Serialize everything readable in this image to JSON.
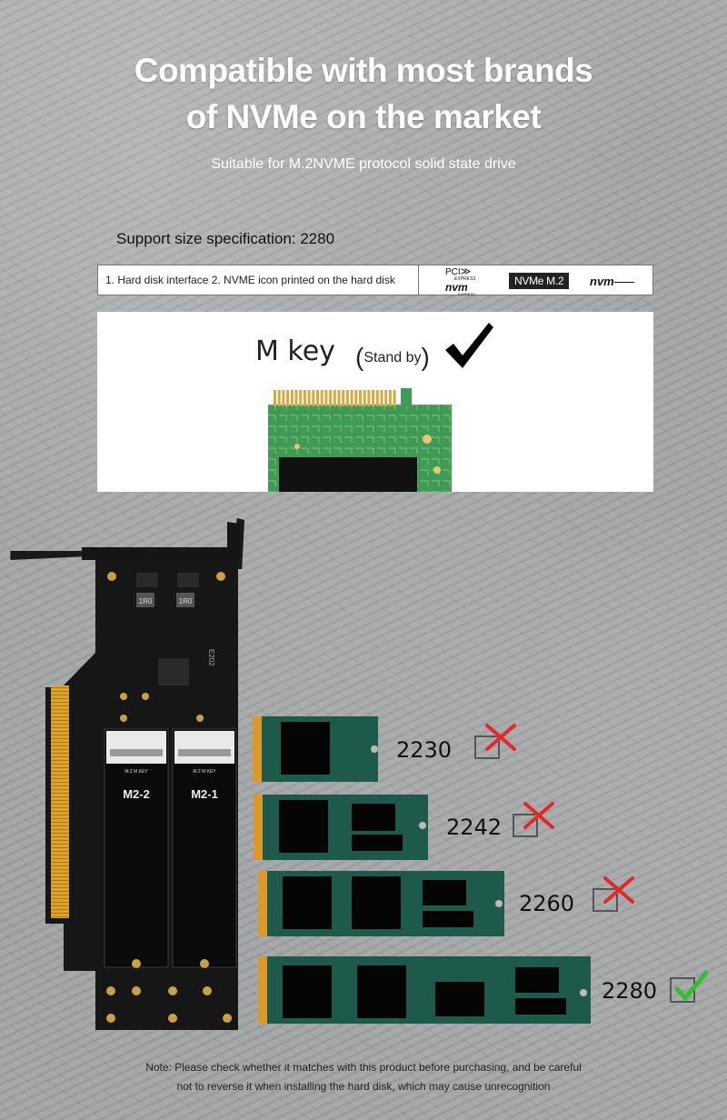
{
  "headline": {
    "line1": "Compatible with most brands",
    "line2": "of NVMe on the market"
  },
  "subtitle": "Suitable for M.2NVME protocol solid state drive",
  "support_spec": "Support size specification: 2280",
  "interface_bar": {
    "text": "1. Hard disk interface 2. NVME icon printed on the hard disk",
    "logo_pci_top": "PCI",
    "logo_pci_sub": "EXPRESS",
    "logo_nvm": "nvm",
    "logo_express": "EXPRESS",
    "badge": "NVMe M.2",
    "logo_nvm2": "nvm"
  },
  "mkey": {
    "label": "M key",
    "standby_open": "(",
    "standby": "Stand by",
    "standby_close": ")"
  },
  "card": {
    "slot_labels": [
      "M2-2",
      "M2-1"
    ],
    "connector_label": "M.2 M KEY",
    "chip_labels": [
      "1R0",
      "1R0"
    ],
    "board_code": "E202"
  },
  "sizes": [
    {
      "label": "2230",
      "supported": false
    },
    {
      "label": "2242",
      "supported": false
    },
    {
      "label": "2260",
      "supported": false
    },
    {
      "label": "2280",
      "supported": true
    }
  ],
  "note": {
    "line1": "Note: Please check whether it matches with this product before purchasing, and be careful",
    "line2": "not to reverse it when installing the hard disk, which may cause unrecognition"
  },
  "colors": {
    "ssd_pcb": "#1d5a4c",
    "gold": "#d99a2b",
    "chip": "#050505",
    "cross": "#e02a2a",
    "tick": "#2fbf2f"
  }
}
